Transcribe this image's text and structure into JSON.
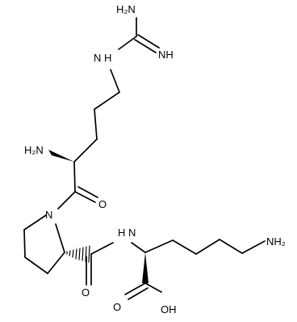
{
  "molecule": {
    "atom_labels": {
      "amidine_nh2": "H₂N",
      "amidine_nh": "NH",
      "guanidino_nh": "N H",
      "alpha_amine": "H₂N",
      "amide_o_1": "O",
      "proline_n": "N",
      "amide_nh": "H N",
      "amide_o_2": "O",
      "lysine_nh2": "NH₂",
      "carboxyl_oh": "OH",
      "carboxyl_o": "O"
    },
    "stereocenters": [
      "arginine-alpha",
      "proline-alpha",
      "lysine-alpha"
    ]
  }
}
